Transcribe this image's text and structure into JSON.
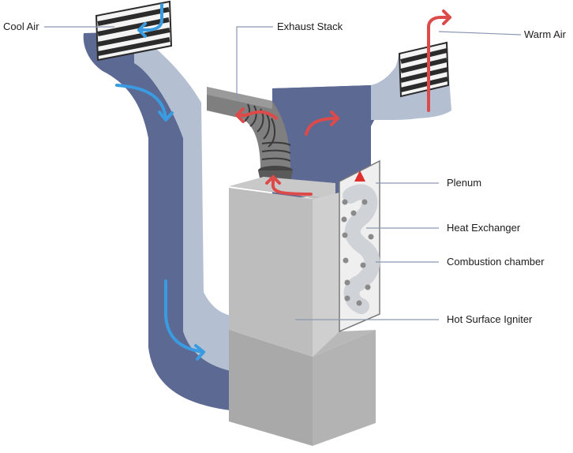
{
  "labels": {
    "cool_air": "Cool Air",
    "exhaust_stack": "Exhaust Stack",
    "warm_air": "Warm Air",
    "plenum": "Plenum",
    "heat_exchanger": "Heat Exchanger",
    "combustion_chamber": "Combustion chamber",
    "hot_surface_igniter": "Hot Surface Igniter"
  },
  "colors": {
    "duct_dark": "#5c6993",
    "duct_light": "#b4bfd2",
    "furnace_top": "#c9c9c9",
    "furnace_light": "#bdbdbd",
    "furnace_dark": "#a9a9a9",
    "cool_arrow": "#3a9be0",
    "warm_arrow": "#dd4a4a",
    "leader_line": "#8a96b3"
  }
}
